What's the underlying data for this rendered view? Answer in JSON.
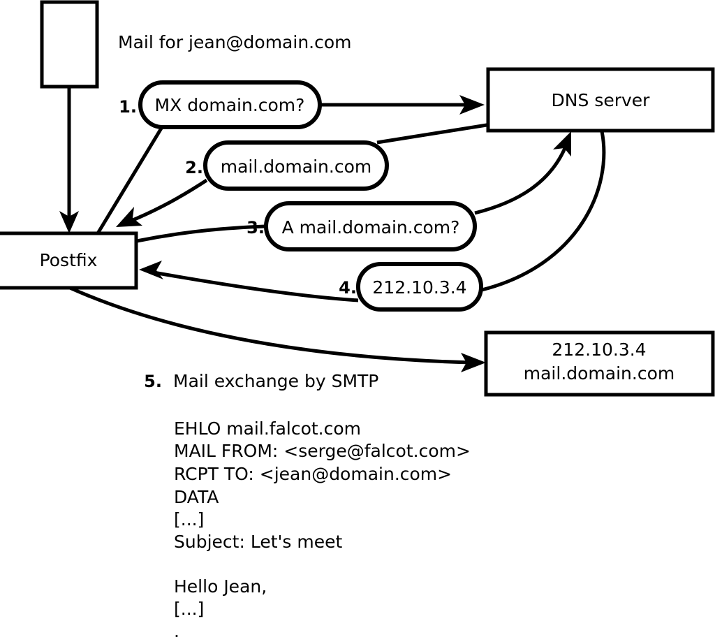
{
  "diagram": {
    "title_caption": "Mail for jean@domain.com",
    "nodes": {
      "mail_client": {
        "label": ""
      },
      "dns_server": {
        "label": "DNS server"
      },
      "postfix": {
        "label": "Postfix"
      },
      "mail_server": {
        "line1": "212.10.3.4",
        "line2": "mail.domain.com"
      }
    },
    "steps": [
      {
        "number": "1.",
        "text": "MX domain.com?"
      },
      {
        "number": "2.",
        "text": "mail.domain.com"
      },
      {
        "number": "3.",
        "text": "A mail.domain.com?"
      },
      {
        "number": "4.",
        "text": "212.10.3.4"
      }
    ],
    "step5": {
      "number": "5.",
      "label": "Mail exchange by SMTP",
      "transcript": [
        "EHLO mail.falcot.com",
        "MAIL FROM: <serge@falcot.com>",
        "RCPT TO: <jean@domain.com>",
        "DATA",
        "[...]",
        "Subject: Let's meet",
        "",
        "Hello Jean,",
        "[...]",
        "."
      ]
    },
    "colors": {
      "stroke": "#000000",
      "fill": "#ffffff",
      "background": "#ffffff"
    }
  }
}
